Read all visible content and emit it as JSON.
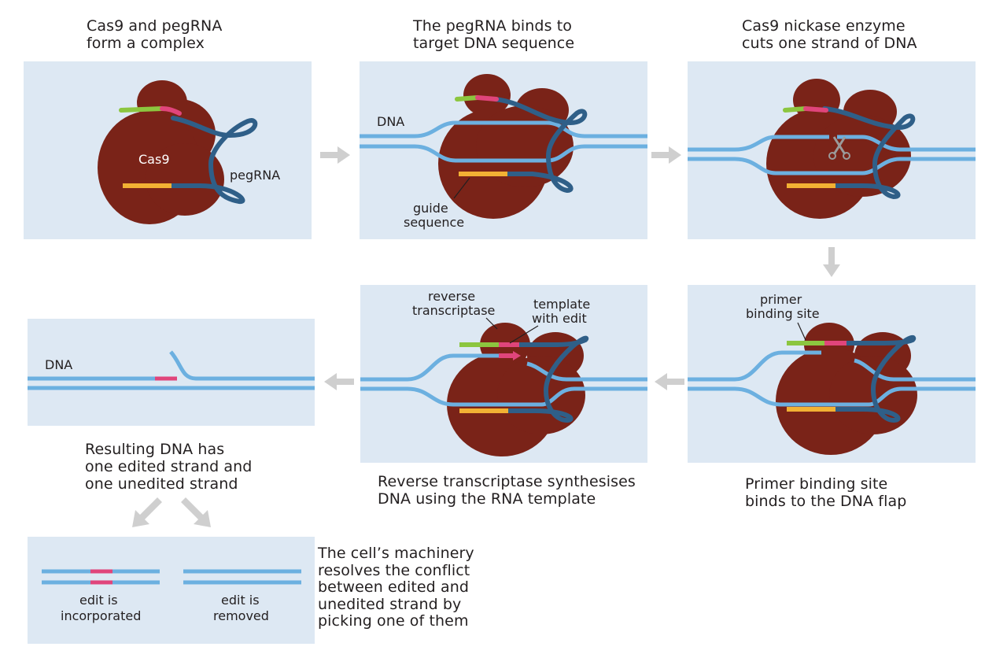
{
  "colors": {
    "panel_bg": "#dde8f3",
    "dna": "#6cb0e0",
    "cas9": "#7a2318",
    "pegrna": "#2f5f88",
    "spacer_green": "#8cc63f",
    "pink": "#e0457b",
    "yellow": "#f2b134",
    "arrow": "#cfcfcf"
  },
  "captions": {
    "step1": "Cas9 and pegRNA\nform a complex",
    "step2": "The pegRNA binds to\ntarget DNA sequence",
    "step3": "Cas9 nickase enzyme\ncuts one strand of DNA",
    "step4": "Primer binding site\nbinds to the DNA flap",
    "step5": "Reverse transcriptase synthesises\nDNA using the RNA template",
    "step6": "Resulting DNA has\none edited strand and\none unedited strand",
    "step7": "The cell’s machinery\nresolves the conflict\nbetween edited and\nunedited strand by\npicking one of them"
  },
  "labels": {
    "cas9": "Cas9",
    "pegrna": "pegRNA",
    "dna": "DNA",
    "guide_1": "guide",
    "guide_2": "sequence",
    "primer_1": "primer",
    "primer_2": "binding site",
    "rt_1": "reverse",
    "rt_2": "transcriptase",
    "template_1": "template",
    "template_2": "with edit",
    "dna_result": "DNA",
    "incorporated_1": "edit is",
    "incorporated_2": "incorporated",
    "removed_1": "edit is",
    "removed_2": "removed"
  }
}
